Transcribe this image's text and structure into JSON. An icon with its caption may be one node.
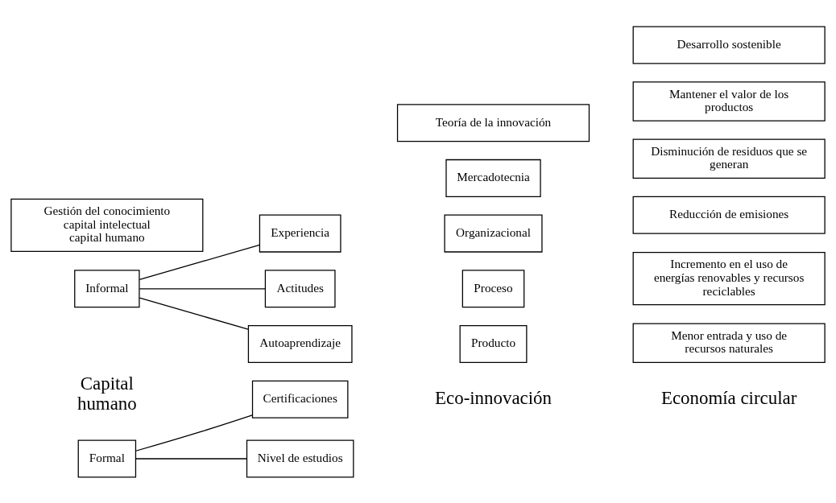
{
  "diagram": {
    "nodes": [
      {
        "text": [
          "Formal"
        ]
      },
      {
        "text": [
          "Certificaciones"
        ]
      },
      {
        "text": [
          "Nivel de estudios"
        ]
      },
      {
        "text": [
          "Informal"
        ]
      },
      {
        "text": [
          "Experiencia"
        ]
      },
      {
        "text": [
          "Actitudes"
        ]
      },
      {
        "text": [
          "Autoaprendizaje"
        ]
      },
      {
        "text": [
          "Producto"
        ]
      },
      {
        "text": [
          "Proceso"
        ]
      },
      {
        "text": [
          "Organizacional"
        ]
      },
      {
        "text": [
          "Mercadotecnia"
        ]
      },
      {
        "text": [
          "Menor entrada y uso de recursos naturales"
        ]
      },
      {
        "text": [
          "Incremento en el uso de energías renovables y recursos reciclables"
        ]
      },
      {
        "text": [
          "Reducción de emisiones"
        ]
      },
      {
        "text": [
          "Disminución de residuos que se generan"
        ]
      },
      {
        "text": [
          "Mantener el valor de los productos"
        ]
      },
      {
        "text": [
          "Gestión del conocimiento",
          "capital intelectual",
          "capital humano"
        ]
      },
      {
        "text": [
          "Teoría de la innovación"
        ]
      },
      {
        "text": [
          "Desarrollo sostenible"
        ]
      }
    ],
    "edges": [
      {
        "from": 0,
        "to": 1,
        "arrow": "none"
      },
      {
        "from": 0,
        "to": 2,
        "arrow": "none"
      },
      {
        "from": 3,
        "to": 4,
        "arrow": "none"
      },
      {
        "from": 3,
        "to": 5,
        "arrow": "none"
      },
      {
        "from": 3,
        "to": 6,
        "arrow": "none"
      }
    ],
    "labels": [
      "Capital humano",
      "Eco-innovación",
      "Economía circular"
    ]
  }
}
